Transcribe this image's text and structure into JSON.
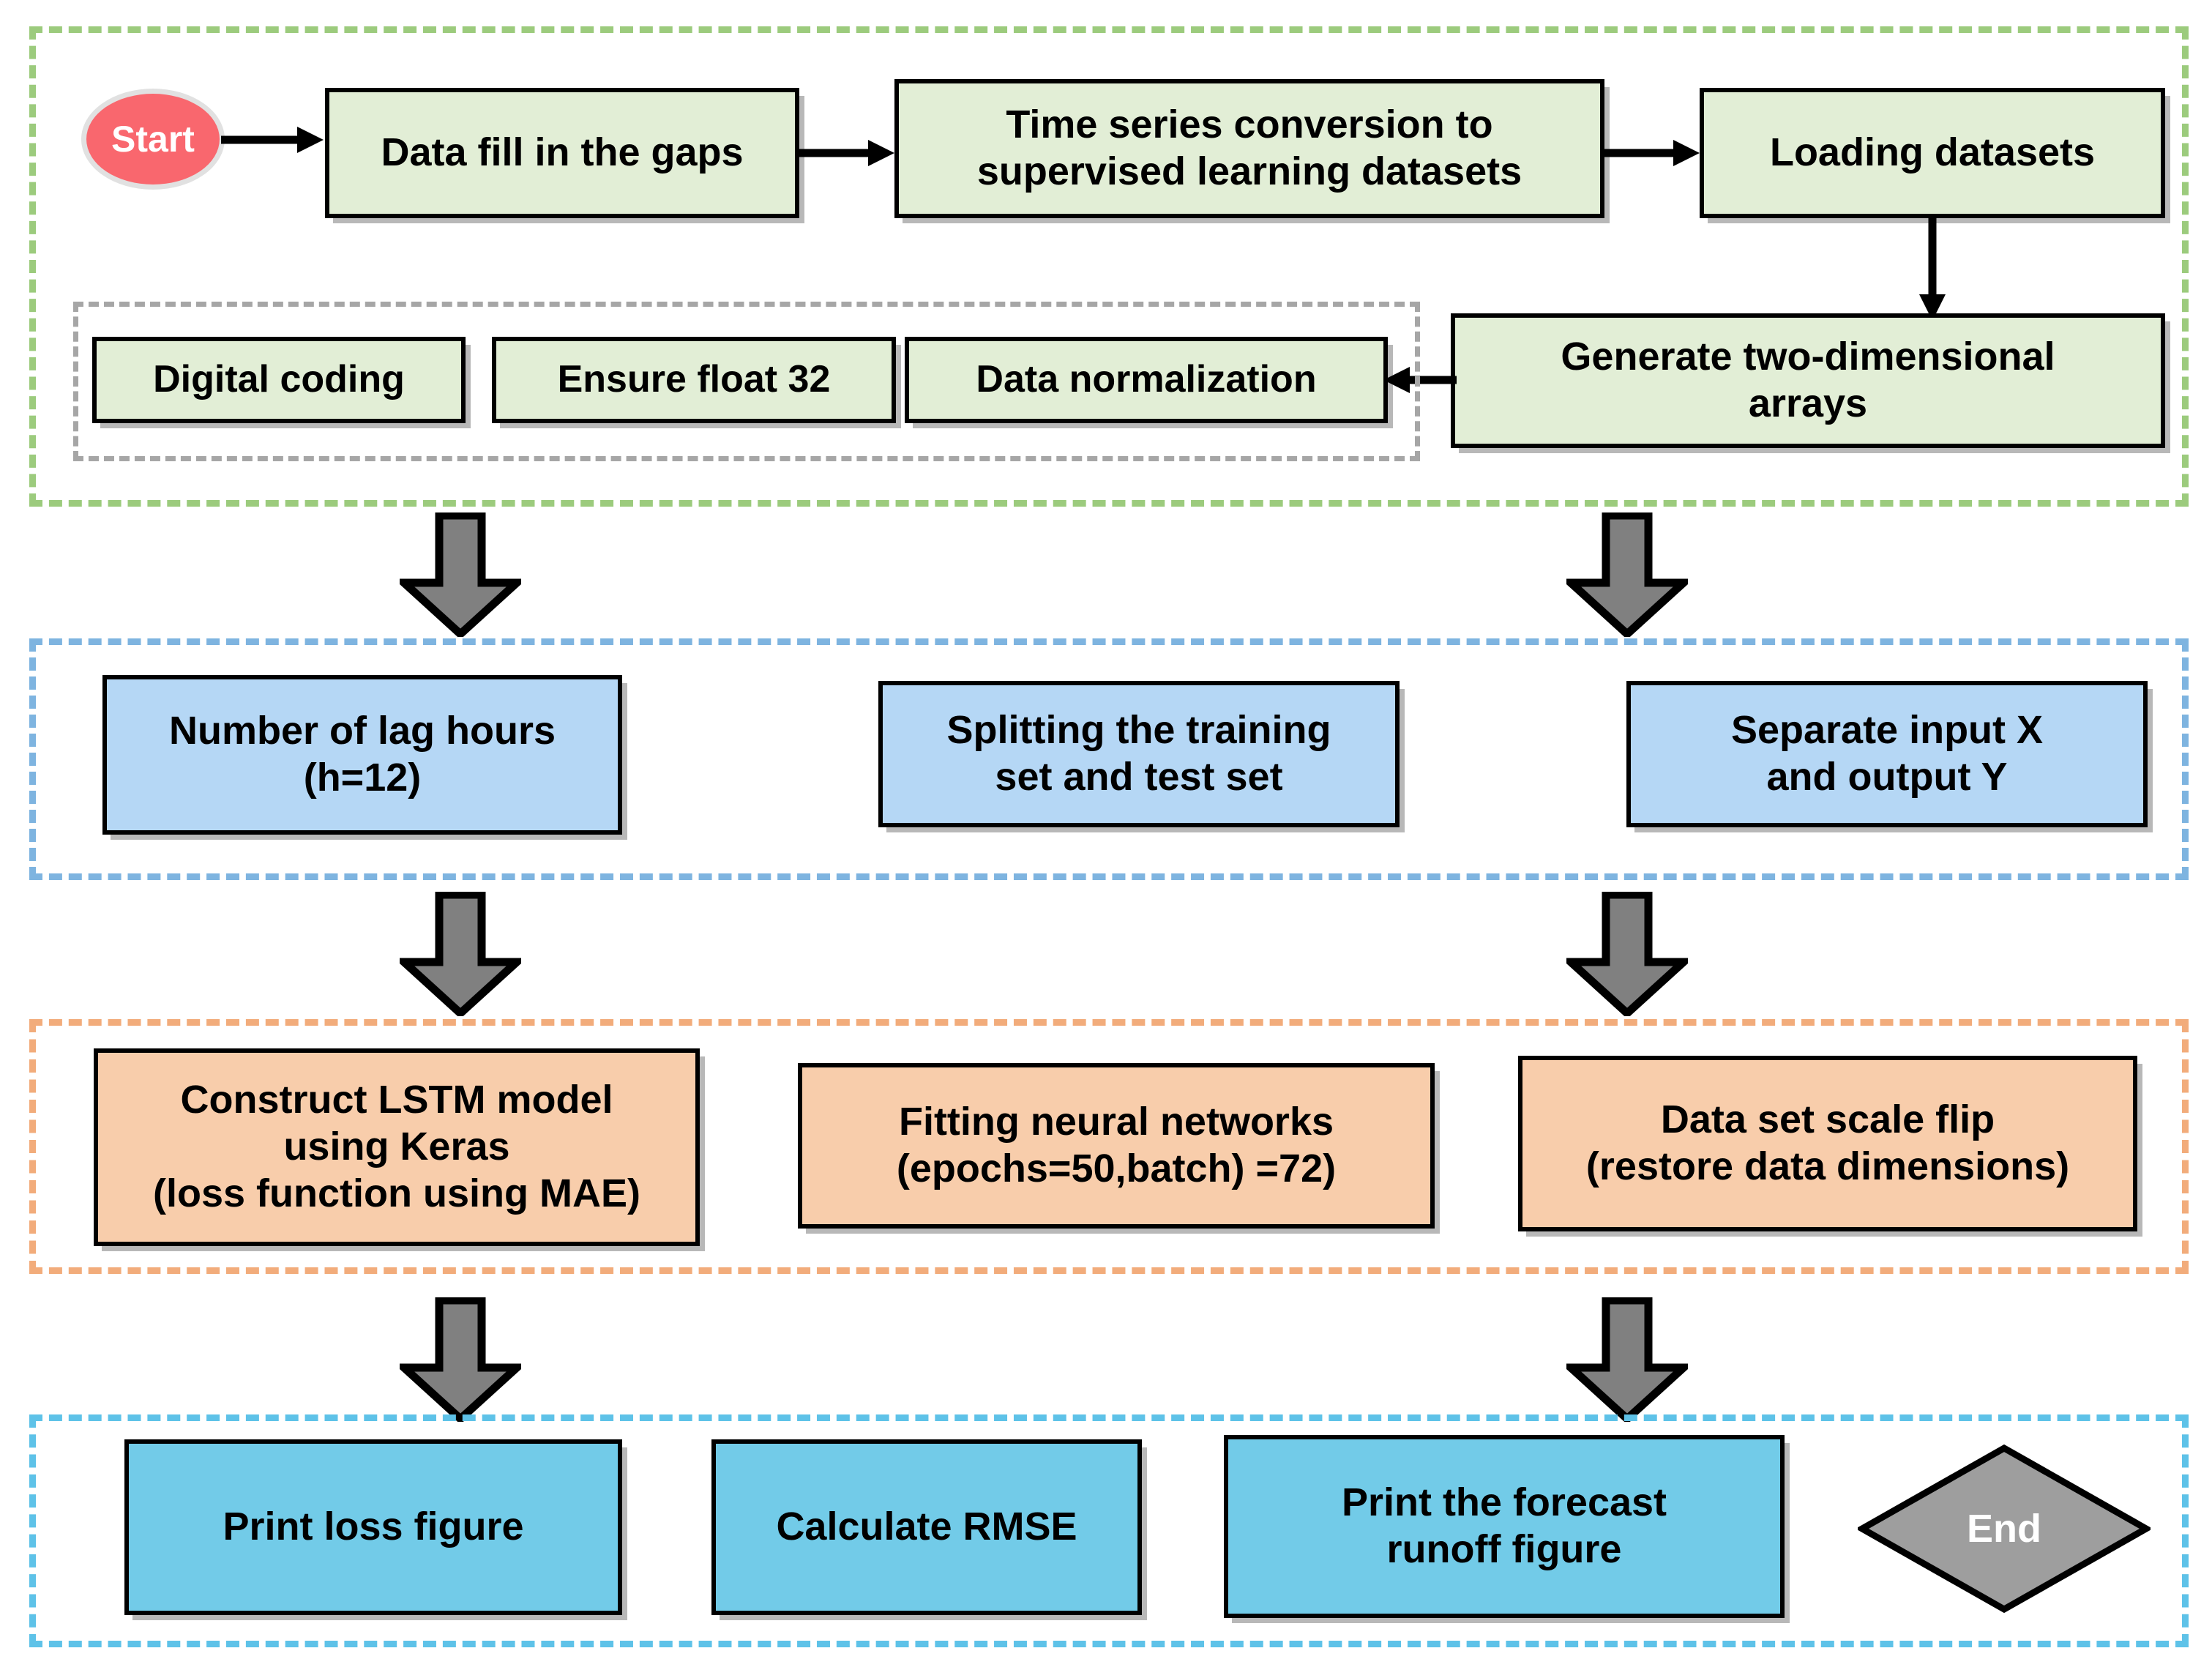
{
  "diagram": {
    "title": "LSTM runoff forecasting workflow flowchart",
    "colors": {
      "group_green": "#9ccb7d",
      "group_blue": "#7eb4e0",
      "group_orange": "#f2ac7b",
      "group_cyan": "#5ec2e8",
      "subgroup_gray": "#a6a6a6",
      "fill_green": "#e2eed6",
      "fill_blue": "#b5d7f5",
      "fill_orange": "#f8cdab",
      "fill_cyan": "#72cbe8",
      "start_red": "#f9676e",
      "end_gray": "#9e9e9e",
      "block_arrow_gray": "#808080",
      "outline_black": "#000000"
    }
  },
  "stage1": {
    "start": "Start",
    "box_data_fill": "Data fill in the gaps",
    "box_time_series": "Time series conversion to\nsupervised learning datasets",
    "box_loading": "Loading datasets",
    "box_generate_arrays": "Generate two-dimensional\narrays",
    "subgroup": {
      "box_digital_coding": "Digital coding",
      "box_ensure_float": "Ensure float 32",
      "box_data_norm": "Data normalization"
    }
  },
  "stage2": {
    "box_lag_hours": "Number of lag hours\n(h=12)",
    "box_split": "Splitting the training\nset and test set",
    "box_separate": "Separate input X\nand output Y"
  },
  "stage3": {
    "box_construct_lstm": "Construct LSTM model\nusing Keras\n(loss function using MAE)",
    "box_fitting": "Fitting neural networks\n(epochs=50,batch) =72)",
    "box_scale_flip": "Data set scale flip\n(restore data dimensions)"
  },
  "stage4": {
    "box_print_loss": "Print loss figure",
    "box_calc_rmse": "Calculate RMSE",
    "box_print_forecast": "Print the forecast\nrunoff  figure",
    "end": "End"
  }
}
